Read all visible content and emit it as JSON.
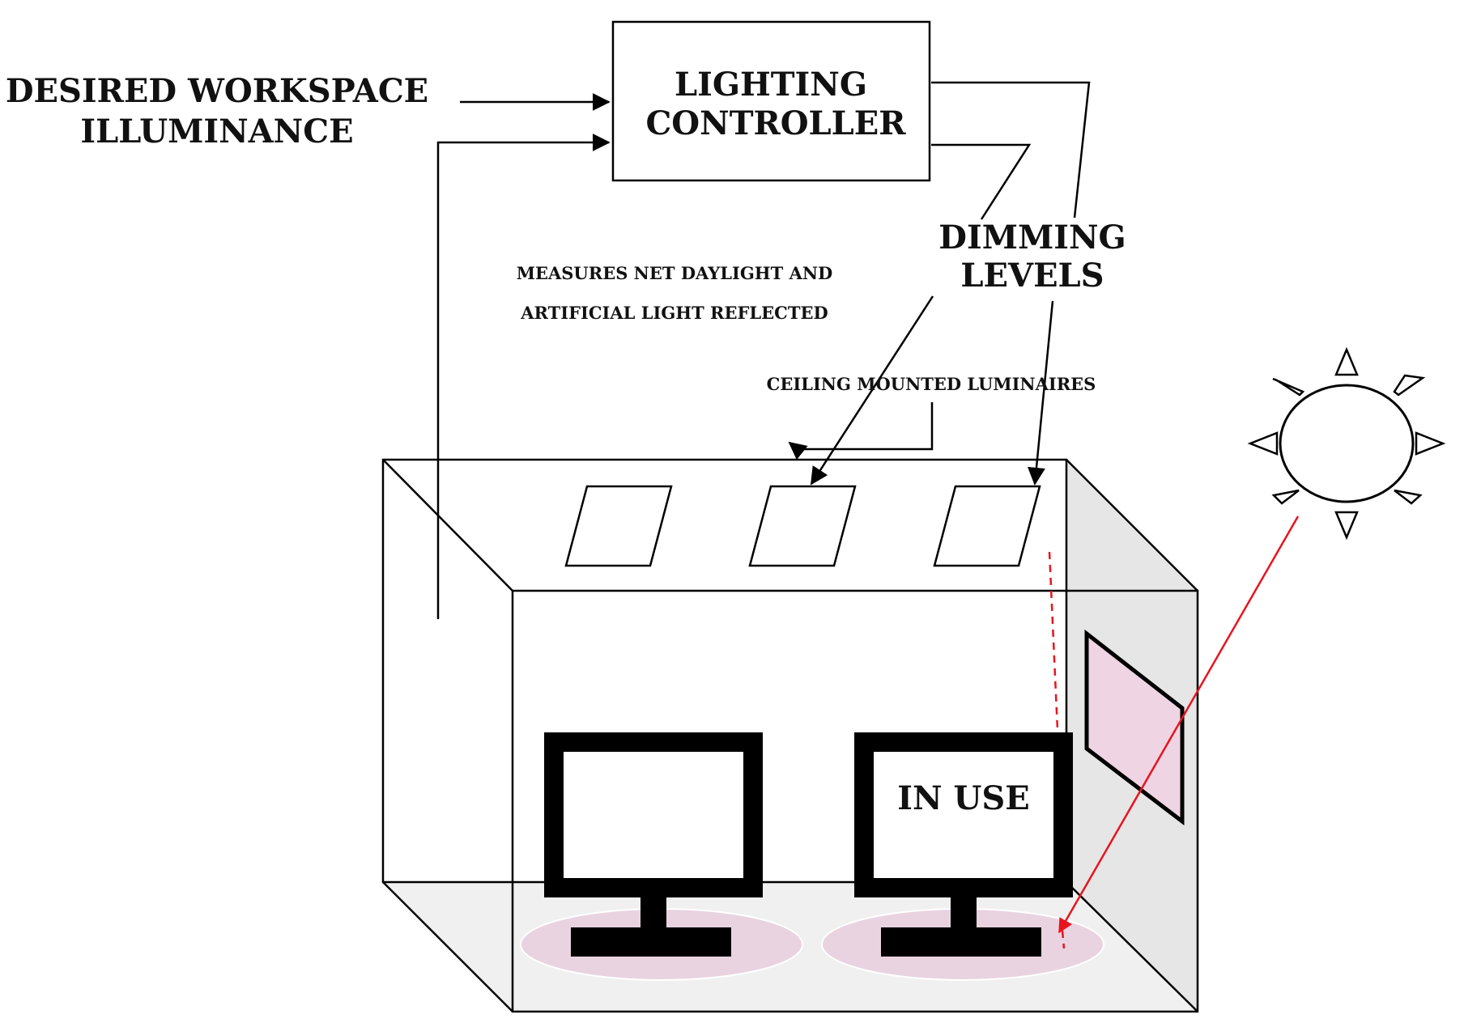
{
  "diagram": {
    "input_label": [
      "DESIRED WORKSPACE",
      "ILLUMINANCE"
    ],
    "controller_label": [
      "LIGHTING",
      "CONTROLLER"
    ],
    "dimming_label": [
      "DIMMING",
      "LEVELS"
    ],
    "sensor_label": [
      "MEASURES NET DAYLIGHT AND",
      "ARTIFICIAL LIGHT REFLECTED"
    ],
    "luminaires_label": "CEILING MOUNTED LUMINAIRES",
    "monitor_status": "IN USE",
    "colors": {
      "line": "#000000",
      "daylight_ray": "#e8141e",
      "floor": "#f0f0f0",
      "side_wall": "#e6e6e6",
      "window": "#efd5e4",
      "desk_pool": "#e9d3e0",
      "background": "#ffffff"
    }
  }
}
